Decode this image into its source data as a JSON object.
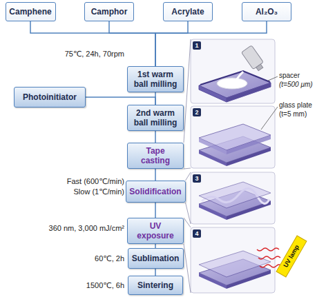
{
  "diagram": {
    "nodes": [
      {
        "text": [
          "Camphene"
        ]
      },
      {
        "text": [
          "Camphor"
        ]
      },
      {
        "text": [
          "Acrylate"
        ]
      },
      {
        "text": [
          "Al₂O₃"
        ]
      },
      {
        "text": [
          "1st warm ball milling"
        ]
      },
      {
        "text": [
          "Photoinitiator"
        ]
      },
      {
        "text": [
          "2nd warm ball milling"
        ]
      },
      {
        "text": [
          "Tape casting"
        ]
      },
      {
        "text": [
          "Solidification"
        ]
      },
      {
        "text": [
          "UV exposure"
        ]
      },
      {
        "text": [
          "Sublimation"
        ]
      },
      {
        "text": [
          "Sintering"
        ]
      }
    ],
    "edges": [
      {
        "from": 0,
        "to": 4,
        "arrow": "none"
      },
      {
        "from": 1,
        "to": 4,
        "arrow": "none"
      },
      {
        "from": 2,
        "to": 4,
        "arrow": "none"
      },
      {
        "from": 3,
        "to": 4,
        "arrow": "none"
      },
      {
        "from": 4,
        "to": 6,
        "arrow": "none"
      },
      {
        "from": 5,
        "to": 6,
        "arrow": "none"
      },
      {
        "from": 6,
        "to": 7,
        "arrow": "none"
      },
      {
        "from": 7,
        "to": 8,
        "arrow": "none"
      },
      {
        "from": 8,
        "to": 9,
        "arrow": "none"
      },
      {
        "from": 9,
        "to": 10,
        "arrow": "none"
      },
      {
        "from": 10,
        "to": 11,
        "arrow": "none"
      }
    ],
    "labels": [
      "75℃, 24h, 70rpm",
      "Fast (600℃/min)",
      "Slow (1℃/min)",
      "360 nm, 3,000 mJ/cm²",
      "60℃, 2h",
      "1500℃, 6h",
      "1",
      "spacer",
      "(t=500 μm)",
      "2",
      "glass plate",
      "(t=5 mm)",
      "3",
      "4",
      "UV lamp"
    ]
  }
}
